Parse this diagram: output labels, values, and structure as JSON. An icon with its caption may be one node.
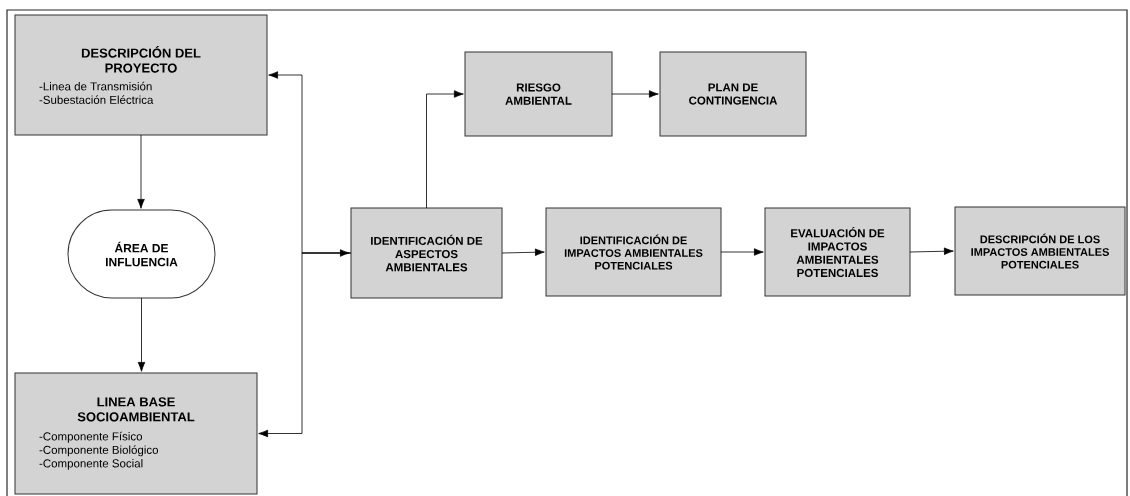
{
  "diagram": {
    "nodes": [
      {
        "text": [
          "DESCRIPCIÓN DEL PROYECTO",
          "-Linea de Transmisión",
          "-Subestación Eléctrica"
        ]
      },
      {
        "text": [
          "ÁREA DE INFLUENCIA"
        ]
      },
      {
        "text": [
          "LINEA BASE SOCIOAMBIENTAL",
          "-Componente Físico",
          "-Componente Biológico",
          "-Componente Social"
        ]
      },
      {
        "text": [
          "IDENTIFICACIÓN DE ASPECTOS AMBIENTALES"
        ]
      },
      {
        "text": [
          "RIESGO AMBIENTAL"
        ]
      },
      {
        "text": [
          "PLAN DE CONTINGENCIA"
        ]
      },
      {
        "text": [
          "IDENTIFICACIÓN DE IMPACTOS AMBIENTALES POTENCIALES"
        ]
      },
      {
        "text": [
          "EVALUACIÓN DE IMPACTOS AMBIENTALES POTENCIALES"
        ]
      },
      {
        "text": [
          "DESCRIPCIÓN DE LOS IMPACTOS AMBIENTALES POTENCIALES"
        ]
      }
    ],
    "edges": [
      {
        "from": 0,
        "to": 1,
        "arrow": "to"
      },
      {
        "from": 1,
        "to": 2,
        "arrow": "to"
      },
      {
        "from": 3,
        "to": 0,
        "arrow": "to"
      },
      {
        "from": 3,
        "to": 2,
        "arrow": "to"
      },
      {
        "from": null,
        "to": 3,
        "arrow": "to"
      },
      {
        "from": 3,
        "to": 4,
        "arrow": "to"
      },
      {
        "from": 4,
        "to": 5,
        "arrow": "to"
      },
      {
        "from": 3,
        "to": 6,
        "arrow": "to"
      },
      {
        "from": 6,
        "to": 7,
        "arrow": "to"
      },
      {
        "from": 7,
        "to": 8,
        "arrow": "to"
      }
    ]
  }
}
